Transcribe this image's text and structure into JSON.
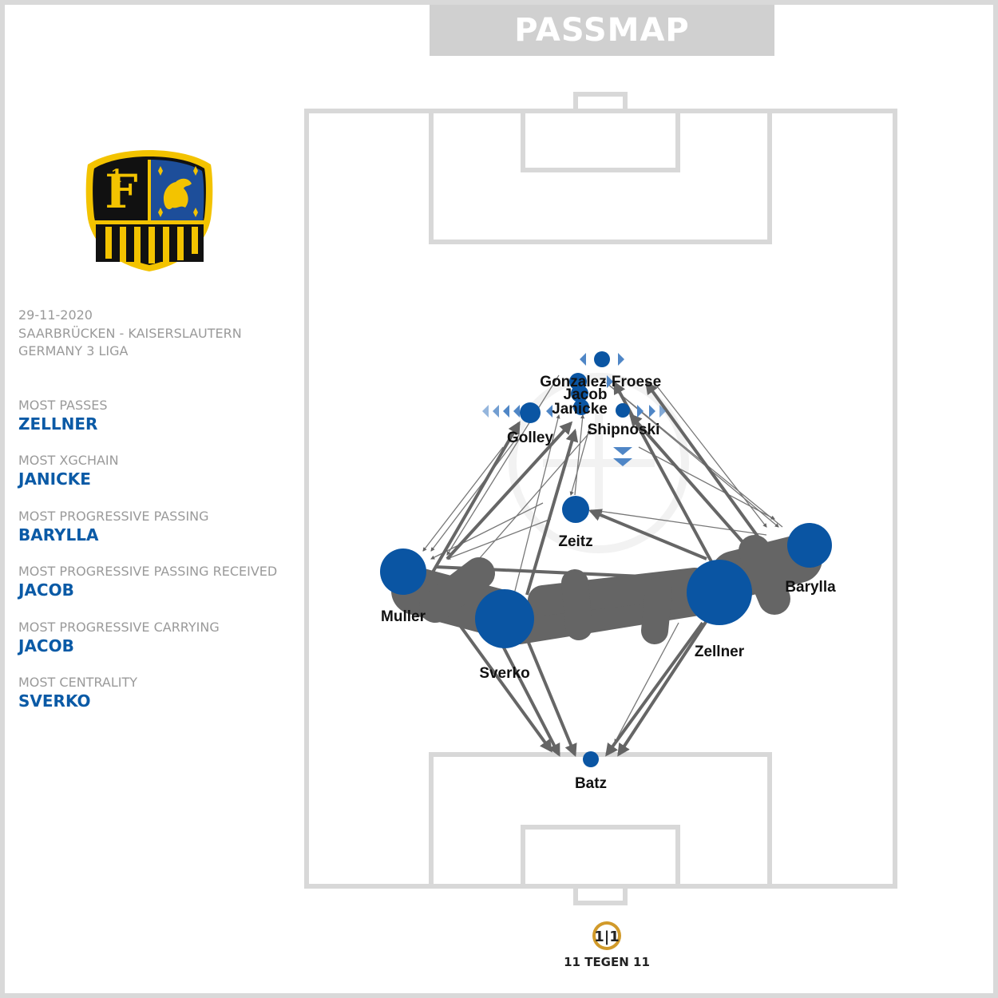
{
  "header": {
    "title": "PASSMAP"
  },
  "match": {
    "date": "29-11-2020",
    "fixture": "SAARBRÜCKEN - KAISERSLAUTERN",
    "competition": "GERMANY 3 LIGA"
  },
  "stats": [
    {
      "label": "MOST PASSES",
      "value": "ZELLNER"
    },
    {
      "label": "MOST XGCHAIN",
      "value": "JANICKE"
    },
    {
      "label": "MOST PROGRESSIVE PASSING",
      "value": "BARYLLA"
    },
    {
      "label": "MOST PROGRESSIVE PASSING RECEIVED",
      "value": "JACOB"
    },
    {
      "label": "MOST PROGRESSIVE CARRYING",
      "value": "JACOB"
    },
    {
      "label": "MOST CENTRALITY",
      "value": "SVERKO"
    }
  ],
  "players": [
    {
      "name": "Gonzalez",
      "role": "forward"
    },
    {
      "name": "Froese",
      "role": "forward"
    },
    {
      "name": "Jacob",
      "role": "forward"
    },
    {
      "name": "Janicke",
      "role": "forward"
    },
    {
      "name": "Golley",
      "role": "forward"
    },
    {
      "name": "Shipnoski",
      "role": "forward"
    },
    {
      "name": "Zeitz",
      "role": "midfielder"
    },
    {
      "name": "Muller",
      "role": "defender"
    },
    {
      "name": "Sverko",
      "role": "defender"
    },
    {
      "name": "Zellner",
      "role": "defender"
    },
    {
      "name": "Barylla",
      "role": "defender"
    },
    {
      "name": "Batz",
      "role": "goalkeeper"
    }
  ],
  "crest": {
    "monogram": "FC",
    "number": "1"
  },
  "brand": {
    "text": "11 TEGEN 11"
  },
  "colors": {
    "node": "#0a55a3",
    "edge": "#646464",
    "pitch_line": "#d8d8d8",
    "crest_yellow": "#f3c300",
    "crest_black": "#111111",
    "crest_blue": "#1d4e9a",
    "brand_gold": "#d19a2a"
  },
  "icons": [
    "crest-icon",
    "brand-logo-icon",
    "direction-arrow-icon"
  ]
}
